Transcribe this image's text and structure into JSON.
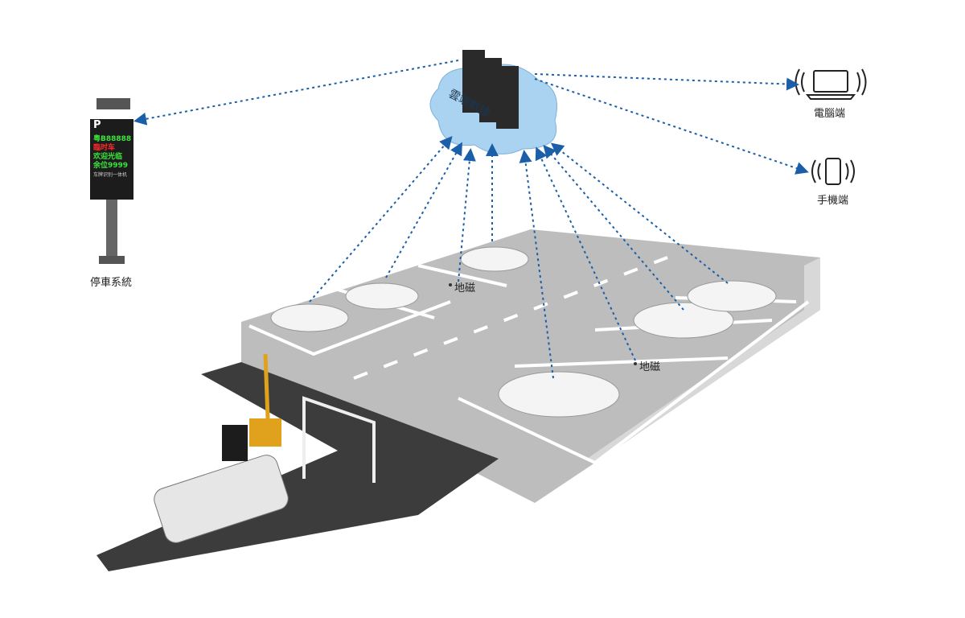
{
  "cloud": {
    "label": "雲端數據"
  },
  "parking_system": {
    "label": "停車系統",
    "sign": {
      "line1": "粤B88888",
      "line2": "臨时车",
      "line3": "欢迎光临",
      "line4": "余位9999",
      "footer": "车牌识别一体机"
    }
  },
  "pc": {
    "label": "電腦端"
  },
  "mobile": {
    "label": "手機端"
  },
  "sensors": [
    {
      "label": "地磁"
    },
    {
      "label": "地磁"
    }
  ],
  "colors": {
    "arrow": "#1a5fa8",
    "cloud": "#a9d3f0",
    "road": "#8c8c8c",
    "asphalt": "#3c3c3c"
  }
}
